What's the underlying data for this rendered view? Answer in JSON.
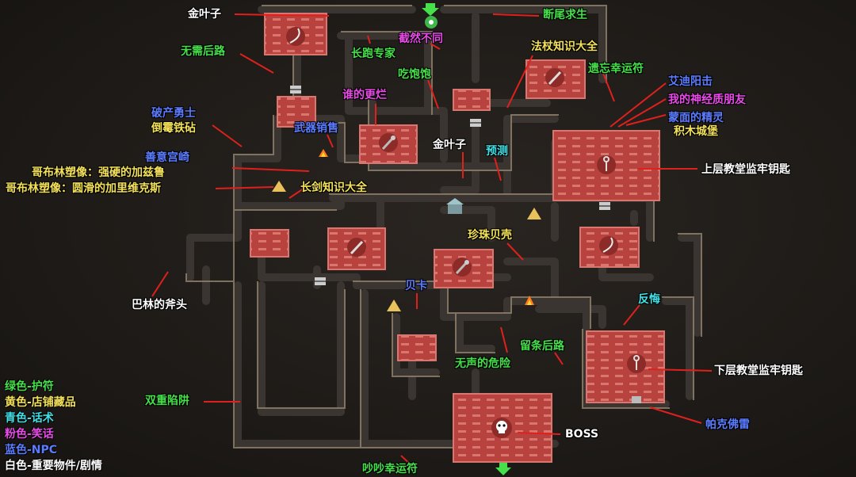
{
  "labels": {
    "jinyezi_top": "金叶子",
    "duanwei": "断尾求生",
    "jieran": "截然不同",
    "changpao": "长跑专家",
    "wuxu": "无需后路",
    "fazhang": "法杖知识大全",
    "yiwang": "遗忘幸运符",
    "chibaobao": "吃饱饱",
    "aidi": "艾迪阳击",
    "wode": "我的神经质朋友",
    "shuigeng": "谁的更烂",
    "mengmian": "蒙面的精灵",
    "jimu": "积木城堡",
    "pochan": "破产勇士",
    "daomei": "倒霉铁砧",
    "wuqi": "武器销售",
    "jinyezi_mid": "金叶子",
    "yuce": "预测",
    "shanyi": "善意宫崎",
    "gebulin1": "哥布林塑像：强硬的加兹鲁",
    "gebulin2": "哥布林塑像：圆滑的加里维克斯",
    "changjian": "长剑知识大全",
    "shangceng": "上层教堂监牢钥匙",
    "zhenzhu": "珍珠贝壳",
    "balin": "巴林的斧头",
    "beika": "贝卡",
    "fanhui": "反悔",
    "liutiao": "留条后路",
    "wusheng": "无声的危险",
    "xiaceng": "下层教堂监牢钥匙",
    "shuangchong": "双重陷阱",
    "boss": "BOSS",
    "pakefolei": "帕克佛雷",
    "chaochao": "吵吵幸运符"
  },
  "legend": [
    "绿色-护符",
    "黄色-店铺藏品",
    "青色-话术",
    "粉色-笑话",
    "蓝色-NPC",
    "白色-重要物件/剧情"
  ],
  "colors": {
    "green": "#45e04a",
    "yellow": "#f3e15a",
    "cyan": "#3fe0e6",
    "pink": "#e94be8",
    "blue": "#5c7cff",
    "white": "#ffffff",
    "room_red": "#b8433e",
    "leader_red": "#e0201c",
    "corridor": "#3a3530"
  },
  "icons": {
    "start_marker": "down-arrow-icon",
    "exit_marker": "down-arrow-icon",
    "boss_icon": "skull-icon",
    "rooms": [
      "bow-icon",
      "sword-icon",
      "wand-icon",
      "key-icon",
      "sword-icon",
      "wand-icon",
      "bow-icon",
      "key-icon"
    ],
    "misc": [
      "chest-icon",
      "campfire-icon",
      "tent-icon",
      "shrine-icon"
    ]
  }
}
